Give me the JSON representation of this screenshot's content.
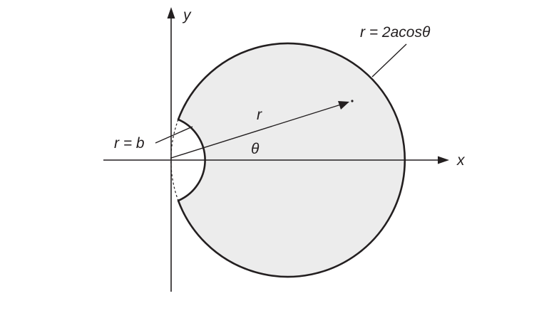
{
  "labels": {
    "y_axis": "y",
    "x_axis": "x",
    "outer_curve": "r = 2acosθ",
    "inner_curve": "r = b",
    "radius": "r",
    "angle": "θ"
  },
  "colors": {
    "region_fill": "#ececec",
    "ink": "#231f20"
  }
}
